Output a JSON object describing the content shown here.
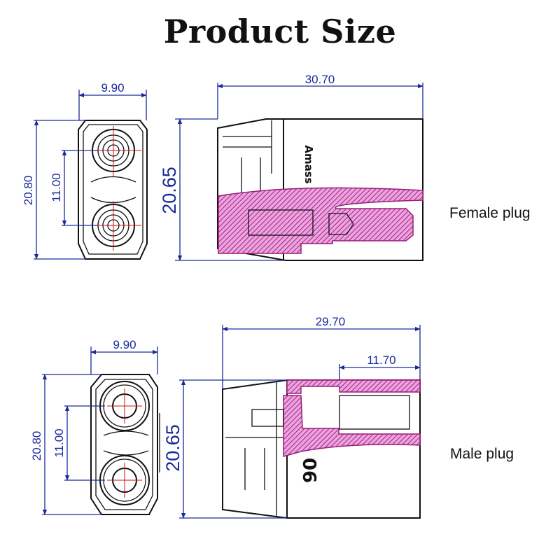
{
  "title": "Product Size",
  "labels": {
    "female": "Female plug",
    "male": "Male plug"
  },
  "dimensions": {
    "female_front_width": "9.90",
    "female_front_height": "20.80",
    "female_pin_spacing": "11.00",
    "female_side_length": "30.70",
    "female_side_height": "20.65",
    "male_front_width": "9.90",
    "male_front_height": "20.80",
    "male_pin_spacing": "11.00",
    "male_side_length": "29.70",
    "male_side_insert": "11.70",
    "male_side_height": "20.65"
  },
  "body_marks": {
    "female": "Amass",
    "male": "06"
  },
  "colors": {
    "dimension": "#1a2a9a",
    "outline": "#111111",
    "section_hatch": "#c02a9a",
    "centerline": "#d01010"
  }
}
